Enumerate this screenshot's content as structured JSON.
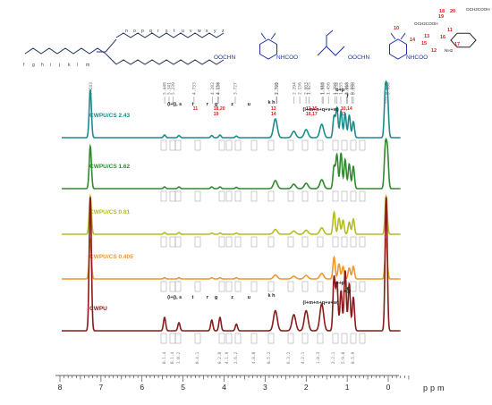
{
  "chart_data": {
    "type": "line",
    "x_axis": {
      "range": [
        8,
        -0.6
      ],
      "reversed": true,
      "ticks": [
        "8",
        "7",
        "6",
        "5",
        "4",
        "3",
        "2",
        "1",
        "0"
      ],
      "unit": "ppm"
    },
    "series": [
      {
        "name": "CWPU/CS 2.43",
        "color": "#1b8b8b",
        "peaks": [
          [
            7.26,
            0.9
          ],
          [
            5.45,
            0.05
          ],
          [
            5.1,
            0.04
          ],
          [
            4.3,
            0.04
          ],
          [
            4.1,
            0.05
          ],
          [
            3.7,
            0.03
          ],
          [
            2.75,
            0.35
          ],
          [
            2.3,
            0.12
          ],
          [
            2.0,
            0.15
          ],
          [
            1.62,
            0.25
          ],
          [
            1.32,
            0.4
          ],
          [
            1.25,
            0.55
          ],
          [
            1.15,
            0.5
          ],
          [
            1.05,
            0.45
          ],
          [
            0.95,
            0.42
          ],
          [
            0.85,
            0.3
          ],
          [
            0.07,
            0.85
          ],
          [
            0.02,
            0.75
          ]
        ]
      },
      {
        "name": "CWPU/CS 1.62",
        "color": "#2e8b2e",
        "peaks": [
          [
            7.26,
            0.95
          ],
          [
            5.45,
            0.04
          ],
          [
            5.1,
            0.04
          ],
          [
            4.3,
            0.04
          ],
          [
            4.1,
            0.04
          ],
          [
            3.7,
            0.03
          ],
          [
            2.75,
            0.18
          ],
          [
            2.3,
            0.1
          ],
          [
            2.0,
            0.12
          ],
          [
            1.62,
            0.2
          ],
          [
            1.32,
            0.5
          ],
          [
            1.25,
            0.75
          ],
          [
            1.15,
            0.8
          ],
          [
            1.05,
            0.65
          ],
          [
            0.95,
            0.55
          ],
          [
            0.85,
            0.5
          ],
          [
            0.07,
            0.9
          ],
          [
            0.02,
            0.8
          ]
        ]
      },
      {
        "name": "CWPU/CS 0.81",
        "color": "#b5bc22",
        "peaks": [
          [
            7.26,
            0.95
          ],
          [
            5.45,
            0.04
          ],
          [
            5.1,
            0.04
          ],
          [
            4.3,
            0.03
          ],
          [
            4.1,
            0.03
          ],
          [
            3.7,
            0.03
          ],
          [
            2.75,
            0.12
          ],
          [
            2.3,
            0.08
          ],
          [
            2.0,
            0.1
          ],
          [
            1.62,
            0.16
          ],
          [
            1.32,
            0.55
          ],
          [
            1.2,
            0.4
          ],
          [
            1.1,
            0.35
          ],
          [
            0.95,
            0.3
          ],
          [
            0.85,
            0.38
          ],
          [
            0.05,
            0.95
          ]
        ]
      },
      {
        "name": "CWPU/CS 0.405",
        "color": "#f0962e",
        "peaks": [
          [
            7.26,
            1.0
          ],
          [
            5.45,
            0.03
          ],
          [
            5.1,
            0.03
          ],
          [
            4.3,
            0.03
          ],
          [
            4.1,
            0.03
          ],
          [
            3.7,
            0.03
          ],
          [
            2.75,
            0.1
          ],
          [
            2.3,
            0.07
          ],
          [
            2.0,
            0.09
          ],
          [
            1.62,
            0.14
          ],
          [
            1.32,
            0.55
          ],
          [
            1.2,
            0.38
          ],
          [
            1.1,
            0.32
          ],
          [
            0.95,
            0.28
          ],
          [
            0.85,
            0.32
          ],
          [
            0.05,
            1.0
          ]
        ]
      },
      {
        "name": "CWPU",
        "color": "#8b1a1a",
        "peaks": [
          [
            7.26,
            1.0
          ],
          [
            5.45,
            0.1
          ],
          [
            5.1,
            0.06
          ],
          [
            4.3,
            0.08
          ],
          [
            4.1,
            0.1
          ],
          [
            3.7,
            0.05
          ],
          [
            2.75,
            0.15
          ],
          [
            2.3,
            0.12
          ],
          [
            2.0,
            0.15
          ],
          [
            1.62,
            0.2
          ],
          [
            1.32,
            0.4
          ],
          [
            1.25,
            0.35
          ],
          [
            1.15,
            0.3
          ],
          [
            1.05,
            0.45
          ],
          [
            0.95,
            0.35
          ],
          [
            0.85,
            0.25
          ],
          [
            0.05,
            1.0
          ]
        ]
      }
    ],
    "peak_labels": [
      {
        "series": "CWPU/CS 2.43",
        "ppm": 5.25,
        "text": "(i+j), s"
      },
      {
        "series": "CWPU/CS 2.43",
        "ppm": 4.65,
        "text": "t"
      },
      {
        "series": "CWPU/CS 2.43",
        "ppm": 4.3,
        "text": "r"
      },
      {
        "series": "CWPU/CS 2.43",
        "ppm": 4.1,
        "text": "g"
      },
      {
        "series": "CWPU/CS 2.43",
        "ppm": 3.7,
        "text": "z"
      },
      {
        "series": "CWPU/CS 2.43",
        "ppm": 3.3,
        "text": "u"
      },
      {
        "series": "CWPU/CS 2.43",
        "ppm": 2.8,
        "text": "k h"
      },
      {
        "series": "CWPU/CS 2.43",
        "ppm": 1.95,
        "text": "(l+m+n+q+v+w)"
      },
      {
        "series": "CWPU/CS 2.43",
        "ppm": 1.15,
        "text": "o+p"
      },
      {
        "series": "CWPU/CS 2.43",
        "ppm": 0.88,
        "text": "f"
      },
      {
        "series": "CWPU",
        "ppm": 5.25,
        "text": "(i+j), s"
      },
      {
        "series": "CWPU",
        "ppm": 4.65,
        "text": "t"
      },
      {
        "series": "CWPU",
        "ppm": 4.3,
        "text": "r"
      },
      {
        "series": "CWPU",
        "ppm": 4.1,
        "text": "g"
      },
      {
        "series": "CWPU",
        "ppm": 3.7,
        "text": "z"
      },
      {
        "series": "CWPU",
        "ppm": 3.3,
        "text": "u"
      },
      {
        "series": "CWPU",
        "ppm": 2.8,
        "text": "k h"
      },
      {
        "series": "CWPU",
        "ppm": 1.95,
        "text": "(l+m+n+q+v+w)"
      },
      {
        "series": "CWPU",
        "ppm": 1.15,
        "text": "o+p"
      },
      {
        "series": "CWPU",
        "ppm": 0.95,
        "text": "x,y"
      },
      {
        "series": "CWPU",
        "ppm": 0.88,
        "text": "f"
      }
    ],
    "annotations_red": [
      {
        "ppm": 4.65,
        "text": "11"
      },
      {
        "ppm": 4.15,
        "text": "18,20"
      },
      {
        "ppm": 4.15,
        "text": "19"
      },
      {
        "ppm": 2.75,
        "text": "13"
      },
      {
        "ppm": 2.75,
        "text": "14"
      },
      {
        "ppm": 1.9,
        "text": "12,15,"
      },
      {
        "ppm": 1.9,
        "text": "16,17"
      },
      {
        "ppm": 1.05,
        "text": "10,14"
      },
      {
        "ppm": 1.05,
        "text": "11"
      }
    ],
    "shift_labels": [
      "7.243",
      "5.448",
      "5.341",
      "5.239",
      "4.733",
      "4.282",
      "4.150",
      "4.138",
      "3.727",
      "2.725",
      "2.709",
      "2.294",
      "2.156",
      "2.003",
      "1.925",
      "1.610",
      "1.588",
      "1.456",
      "1.298",
      "1.258",
      "1.155",
      "1.019",
      "0.998",
      "0.880",
      "0.850",
      "0.049",
      "0.000"
    ],
    "bottom_integrals": [
      "0.1.4",
      "0.1.4",
      "1.0.2",
      "0.4.1",
      "0.2.0",
      "4.1.9",
      "2.6.2",
      "4.8.0",
      "0.5.2",
      "6.3.2",
      "4.2.1",
      "1.8.3",
      "2.2.1",
      "5.9.0",
      "0.5.9"
    ],
    "structure": {
      "atom_labels": [
        "f",
        "g",
        "h",
        "i",
        "j",
        "k",
        "l",
        "m",
        "n",
        "o",
        "p",
        "q",
        "r",
        "s",
        "t",
        "u",
        "v",
        "w",
        "x",
        "y",
        "z"
      ],
      "group_labels": [
        "OOCHN",
        "NHCOO",
        "OOCHN",
        "NHCOO"
      ],
      "red_numbers": [
        "10",
        "11",
        "12",
        "13",
        "14",
        "15",
        "16",
        "17",
        "18",
        "19",
        "20"
      ],
      "chitosan_text": [
        "OCH2COOH",
        "OCH2COOH",
        "NH2"
      ]
    }
  }
}
